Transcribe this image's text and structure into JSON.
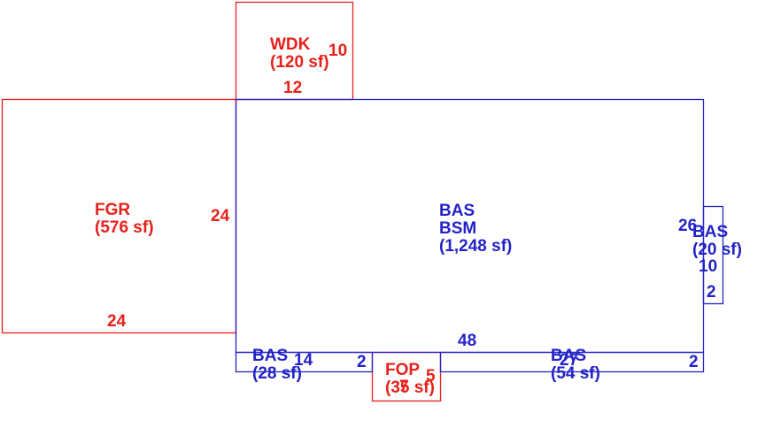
{
  "colors": {
    "red": "#e8201a",
    "blue": "#2323c8",
    "background": "#ffffff"
  },
  "areas": {
    "wdk": {
      "code": "WDK",
      "area": "(120 sf)",
      "color": "red"
    },
    "fgr": {
      "code": "FGR",
      "area": "(576 sf)",
      "color": "red"
    },
    "main": {
      "code": "BAS",
      "code2": "BSM",
      "area": "(1,248 sf)",
      "color": "blue"
    },
    "bas_right": {
      "code": "BAS",
      "area": "(20 sf)",
      "color": "blue"
    },
    "bas_left_strip": {
      "code": "BAS",
      "area": "(28 sf)",
      "color": "blue"
    },
    "bas_mid_strip": {
      "code": "BAS",
      "area": "(54 sf)",
      "color": "blue"
    },
    "fop": {
      "code": "FOP",
      "area": "(35 sf)",
      "color": "red"
    }
  },
  "dimensions": {
    "wdk_height": "10",
    "wdk_width": "12",
    "fgr_height": "24",
    "fgr_width": "24",
    "main_width": "48",
    "main_height": "26",
    "bas_right_height": "10",
    "bas_right_width": "2",
    "bas_left_strip_width": "14",
    "bas_left_strip_height": "2",
    "fop_width": "7",
    "fop_depth": "5",
    "bas_mid_strip_width": "27",
    "bas_mid_strip_height": "2"
  }
}
